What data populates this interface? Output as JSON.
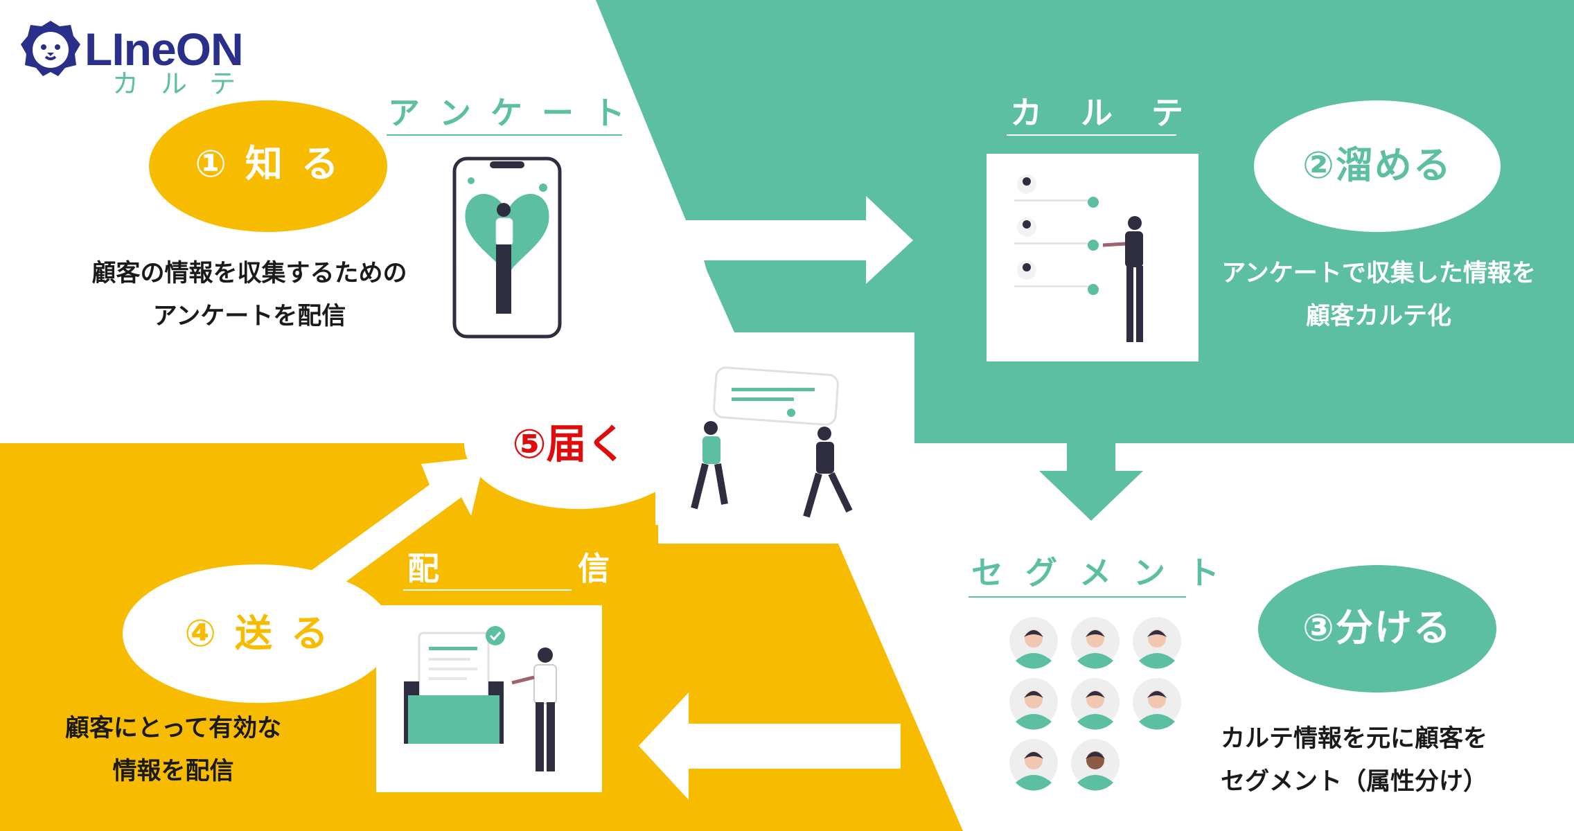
{
  "colors": {
    "green": "#5dbfa1",
    "yellow": "#f7bb00",
    "navy": "#2a2f8a",
    "red": "#e00b0b",
    "dark": "#1a1a1a"
  },
  "logo": {
    "main": "LIneON",
    "sub": "カ ル テ",
    "icon": "lion-head-icon"
  },
  "steps": {
    "know": {
      "title": "① 知 る",
      "header": "ア ン ケ ー ト",
      "desc_line1": "顧客の情報を収集するための",
      "desc_line2": "アンケートを配信",
      "illustration": "phone-survey-illustration"
    },
    "store": {
      "title": "②溜める",
      "header": "カ ル テ",
      "desc_line1": "アンケートで収集した情報を",
      "desc_line2": "顧客カルテ化",
      "illustration": "checklist-illustration"
    },
    "segment": {
      "title": "③分ける",
      "header": "セ グ メ ン ト",
      "desc_line1": "カルテ情報を元に顧客を",
      "desc_line2": "セグメント（属性分け）",
      "illustration": "avatar-grid-illustration"
    },
    "send": {
      "title": "④ 送 る",
      "header": "配 信",
      "desc_line1": "顧客にとって有効な",
      "desc_line2": "情報を配信",
      "illustration": "mail-delivery-illustration"
    },
    "reach": {
      "title": "⑤届く",
      "illustration": "celebration-illustration"
    }
  }
}
